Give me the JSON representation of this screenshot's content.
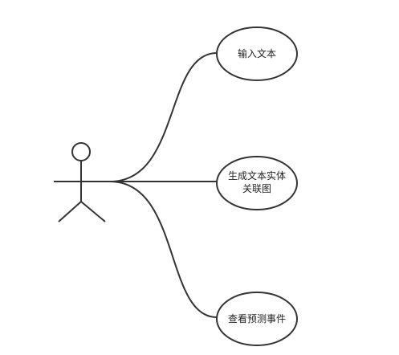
{
  "diagram": {
    "actor": {
      "label": ""
    },
    "use_cases": [
      {
        "lines": [
          "输入文本"
        ]
      },
      {
        "lines": [
          "生成文本实体",
          "关联图"
        ]
      },
      {
        "lines": [
          "查看预测事件"
        ]
      }
    ]
  },
  "colors": {
    "stroke": "#333333",
    "background": "#ffffff",
    "text": "#222222"
  }
}
